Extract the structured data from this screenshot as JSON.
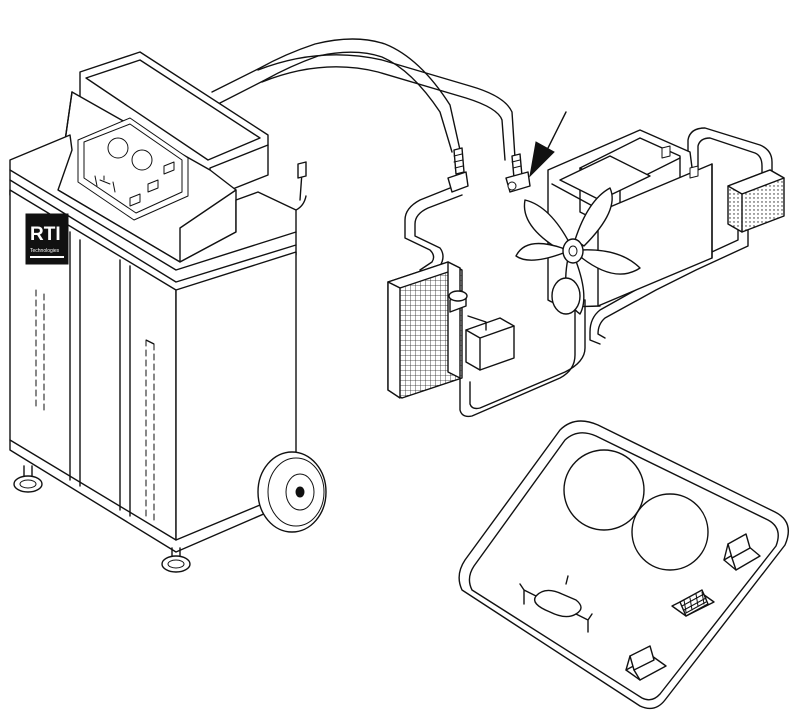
{
  "logo": {
    "brand": "RTI",
    "tagline": "Technologies"
  },
  "colors": {
    "line": "#111111",
    "background": "#ffffff",
    "logo_background": "#111111"
  },
  "icons": [
    "coolant-service-machine",
    "control-panel",
    "radiator",
    "engine",
    "cooling-fan",
    "heater-core",
    "hose-connector-arrow",
    "control-panel-detail"
  ]
}
